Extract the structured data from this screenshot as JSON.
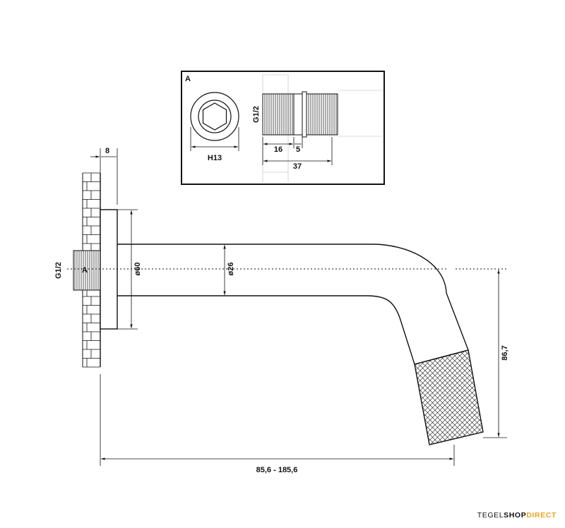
{
  "detail": {
    "label": "A",
    "thread": "G1/2",
    "hex": "H13",
    "dim_16": "16",
    "dim_5": "5",
    "dim_37": "37"
  },
  "main": {
    "wall_depth": "8",
    "thread": "G1/2",
    "point_label": "A",
    "rosette_dia": "ø60",
    "pipe_dia": "ø26",
    "drop": "86,7",
    "length": "85,6 - 185,6"
  },
  "logo": {
    "part1": "TEGEL",
    "part2": "SHOP",
    "part3": "DIRECT"
  },
  "colors": {
    "line": "#111111",
    "hatch": "#bbbbbb",
    "logo_accent": "#e8a623"
  }
}
